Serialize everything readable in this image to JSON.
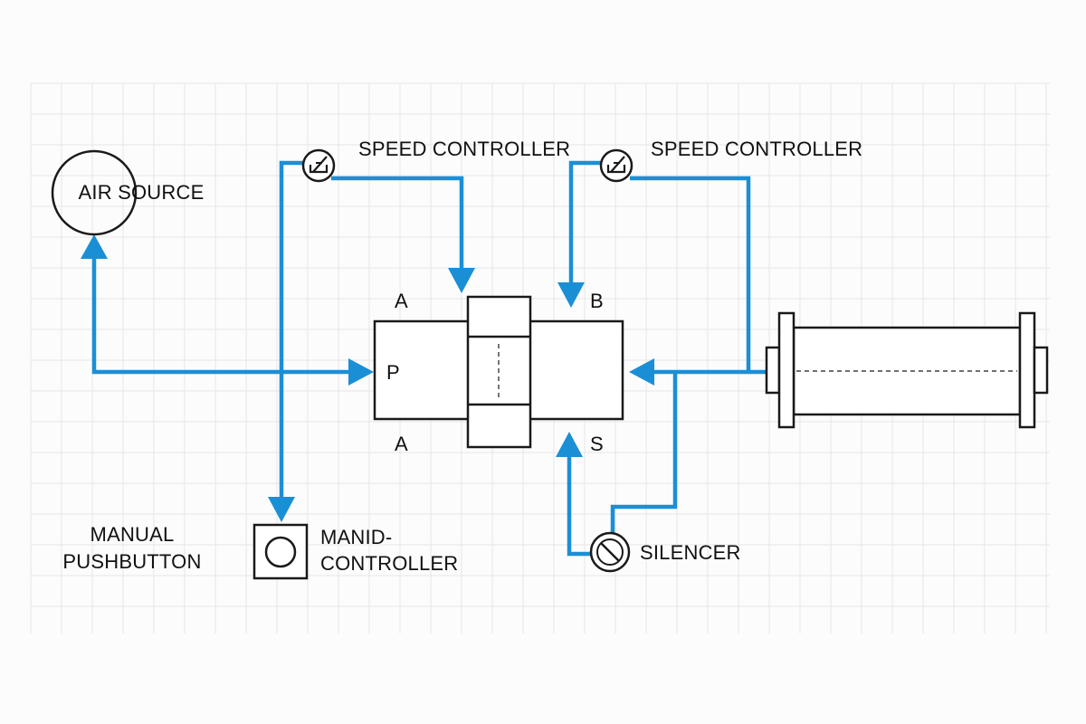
{
  "colors": {
    "line": "#1b8fd6",
    "ink": "#1a1a1a",
    "background": "#fcfcfc",
    "grid": "#e6e6e6"
  },
  "icons": {
    "air_source": "circle",
    "speed_controller": "circled-throttle-symbol",
    "silencer": "circled-slash-symbol",
    "manual_controller": "square-with-circle"
  },
  "labels": {
    "air_source": "AIR SOURCE",
    "speed_controller_left": "SPEED CONTROLLER",
    "speed_controller_right": "SPEED CONTROLLER",
    "manual_pushbutton_line1": "MANUAL",
    "manual_pushbutton_line2": "PUSHBUTTON",
    "manual_controller_line1": "MANID-",
    "manual_controller_line2": "CONTROLLER",
    "silencer": "SILENCER"
  },
  "ports": {
    "a_top": "A",
    "b_top": "B",
    "p": "P",
    "a_bottom": "A",
    "s": "S"
  }
}
